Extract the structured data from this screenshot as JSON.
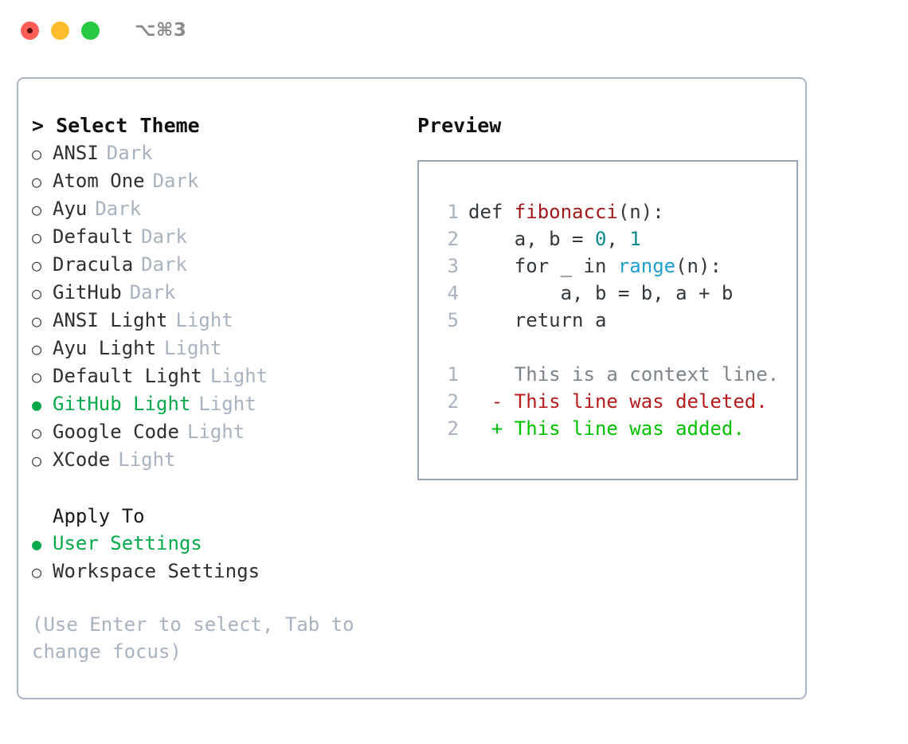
{
  "titlebar": {
    "shortcut": "⌥⌘3",
    "buttons": [
      {
        "name": "close",
        "color": "#ff5f57"
      },
      {
        "name": "minimize",
        "color": "#ffbd2e"
      },
      {
        "name": "maximize",
        "color": "#28c840"
      }
    ]
  },
  "theme_picker": {
    "heading": "> Select Theme",
    "caret": ">",
    "heading_text": "Select Theme",
    "marker_unselected": "○",
    "marker_selected": "●",
    "items": [
      {
        "label": "ANSI",
        "kind": "Dark",
        "selected": false
      },
      {
        "label": "Atom One",
        "kind": "Dark",
        "selected": false
      },
      {
        "label": "Ayu",
        "kind": "Dark",
        "selected": false
      },
      {
        "label": "Default",
        "kind": "Dark",
        "selected": false
      },
      {
        "label": "Dracula",
        "kind": "Dark",
        "selected": false
      },
      {
        "label": "GitHub",
        "kind": "Dark",
        "selected": false
      },
      {
        "label": "ANSI Light",
        "kind": "Light",
        "selected": false
      },
      {
        "label": "Ayu Light",
        "kind": "Light",
        "selected": false
      },
      {
        "label": "Default Light",
        "kind": "Light",
        "selected": false
      },
      {
        "label": "GitHub Light",
        "kind": "Light",
        "selected": true
      },
      {
        "label": "Google Code",
        "kind": "Light",
        "selected": false
      },
      {
        "label": "XCode",
        "kind": "Light",
        "selected": false
      }
    ]
  },
  "apply_to": {
    "heading": "Apply To",
    "items": [
      {
        "label": "User Settings",
        "selected": true
      },
      {
        "label": "Workspace Settings",
        "selected": false
      }
    ]
  },
  "hint": "(Use Enter to select, Tab to change focus)",
  "preview": {
    "title": "Preview",
    "code_lines": [
      {
        "no": "1",
        "segments": [
          {
            "text": "def ",
            "type": "plain"
          },
          {
            "text": "fibonacci",
            "type": "fn"
          },
          {
            "text": "(n):",
            "type": "plain"
          }
        ]
      },
      {
        "no": "2",
        "segments": [
          {
            "text": "    a, b = ",
            "type": "plain"
          },
          {
            "text": "0",
            "type": "num"
          },
          {
            "text": ", ",
            "type": "plain"
          },
          {
            "text": "1",
            "type": "num"
          }
        ]
      },
      {
        "no": "3",
        "segments": [
          {
            "text": "    for _ in ",
            "type": "plain"
          },
          {
            "text": "range",
            "type": "call"
          },
          {
            "text": "(n):",
            "type": "plain"
          }
        ]
      },
      {
        "no": "4",
        "segments": [
          {
            "text": "        a, b = b, a + b",
            "type": "plain"
          }
        ]
      },
      {
        "no": "5",
        "segments": [
          {
            "text": "    return a",
            "type": "plain"
          }
        ]
      }
    ],
    "diff_lines": [
      {
        "no": "1",
        "sign": " ",
        "text": "This is a context line.",
        "type": "context"
      },
      {
        "no": "2",
        "sign": "-",
        "text": "This line was deleted.",
        "type": "deleted"
      },
      {
        "no": "2",
        "sign": "+",
        "text": "This line was added.",
        "type": "added"
      }
    ]
  },
  "colors": {
    "selection_green": "#07a94b",
    "diff_added": "#00c000",
    "diff_deleted": "#b81c1c",
    "diff_context": "#7d848c",
    "token_function": "#a01818",
    "token_number": "#0f8a8a",
    "token_call": "#1f9fd0",
    "muted": "#a9b2bf",
    "border": "#aab4c2"
  }
}
